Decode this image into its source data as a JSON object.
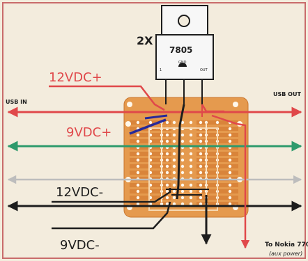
{
  "labels": {
    "count": "2X",
    "regulator": "7805",
    "pin1": "1",
    "pin2": "GND",
    "pin3": "OUT",
    "v12_pos": "12VDC+",
    "v9_pos": "9VDC+",
    "v12_neg": "12VDC-",
    "v9_neg": "9VDC-",
    "usb_in": "USB IN",
    "usb_out": "USB OUT",
    "to_nokia": "To Nokia 770",
    "aux_power": "(aux power)"
  },
  "colors": {
    "paper": "#f3ecdd",
    "border": "#c96b6b",
    "red_wire": "#e0484a",
    "green_wire": "#2e9a6c",
    "black_wire": "#1d1d1d",
    "gray_wire": "#bdbdbd",
    "blue_wire": "#26299a",
    "copper": "#e59a4e"
  }
}
